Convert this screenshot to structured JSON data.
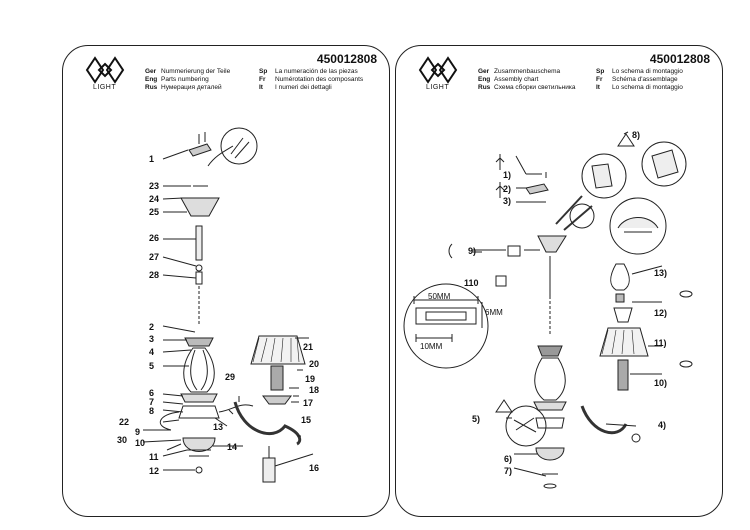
{
  "left": {
    "logo_text": "LIGHT",
    "code": "450012808",
    "header": {
      "ger": "Ger",
      "ger_text": "Nummerierung der Teile",
      "eng": "Eng",
      "eng_text": "Parts numbering",
      "rus": "Rus",
      "rus_text": "Нумерация деталей",
      "sp": "Sp",
      "sp_text": "La numeración de las piezas",
      "fr": "Fr",
      "fr_text": "Numérotation des composants",
      "it": "It",
      "it_text": "I numeri dei dettagli"
    },
    "labels": {
      "n1": "1",
      "n2": "2",
      "n3": "3",
      "n4": "4",
      "n5": "5",
      "n6": "6",
      "n7": "7",
      "n8": "8",
      "n9": "9",
      "n10": "10",
      "n11": "11",
      "n12": "12",
      "n13": "13",
      "n14": "14",
      "n15": "15",
      "n16": "16",
      "n17": "17",
      "n18": "18",
      "n19": "19",
      "n20": "20",
      "n21": "21",
      "n22": "22",
      "n23": "23",
      "n24": "24",
      "n25": "25",
      "n26": "26",
      "n27": "27",
      "n28": "28",
      "n29": "29",
      "n30": "30"
    }
  },
  "right": {
    "logo_text": "LIGHT",
    "code": "450012808",
    "header": {
      "ger": "Ger",
      "ger_text": "Zusammenbauschema",
      "eng": "Eng",
      "eng_text": "Assembly chart",
      "rus": "Rus",
      "rus_text": "Схема сборки светильника",
      "sp": "Sp",
      "sp_text": "Lo schema di montaggio",
      "fr": "Fr",
      "fr_text": "Schéma d'assemblage",
      "it": "It",
      "it_text": "Lo schema di montaggio"
    },
    "labels": {
      "s1": "1)",
      "s2": "2)",
      "s3": "3)",
      "s4": "4)",
      "s5": "5)",
      "s6": "6)",
      "s7": "7)",
      "s8": "8)",
      "s9": "9)",
      "s10": "10)",
      "s11": "11)",
      "s12": "12)",
      "s13": "13)",
      "box_id": "110",
      "dim_top": "50MM",
      "dim_bottom": "10MM",
      "dim_side": "6MM"
    }
  }
}
